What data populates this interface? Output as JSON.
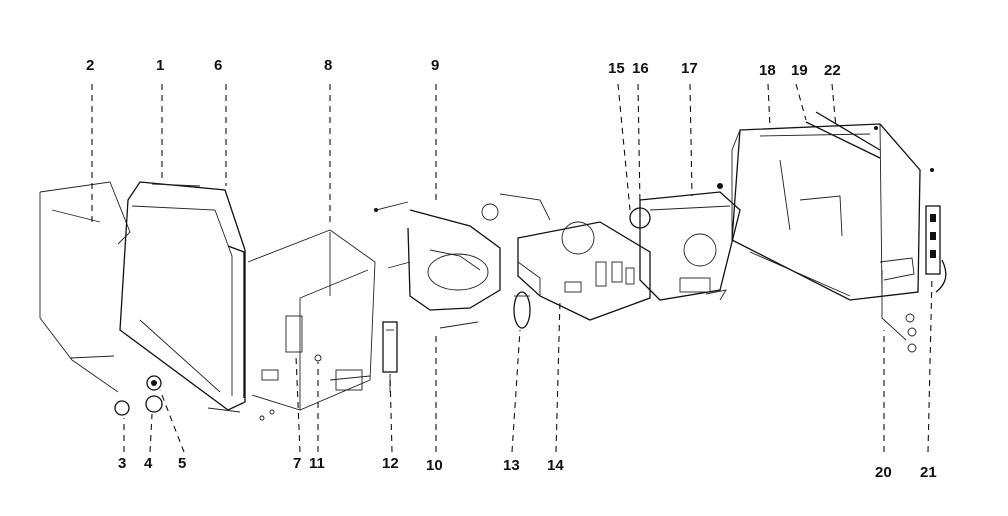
{
  "diagram": {
    "callouts": [
      "2",
      "1",
      "6",
      "8",
      "9",
      "15",
      "16",
      "17",
      "18",
      "19",
      "22",
      "3",
      "4",
      "5",
      "7",
      "11",
      "12",
      "10",
      "13",
      "14",
      "20",
      "21"
    ]
  }
}
